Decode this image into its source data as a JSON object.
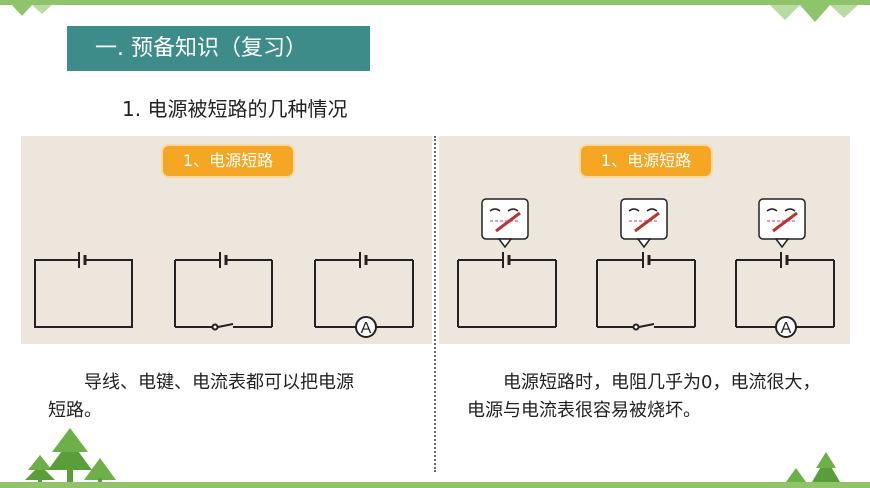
{
  "title": "一. 预备知识（复习）",
  "subtitle": "1. 电源被短路的几种情况",
  "panels": {
    "left": {
      "tag": "1、电源短路"
    },
    "right": {
      "tag": "1、电源短路"
    }
  },
  "descriptions": {
    "left": "导线、电键、电流表都可以把电源短路。",
    "right": "电源短路时，电阻几乎为0，电流很大，电源与电流表很容易被烧坏。"
  },
  "ammeter_symbol": "A",
  "colors": {
    "green": "#8fc46b",
    "title_bg": "#3e8c8a",
    "panel_bg": "#ede6dd",
    "tag_bg": "#f5a623"
  }
}
